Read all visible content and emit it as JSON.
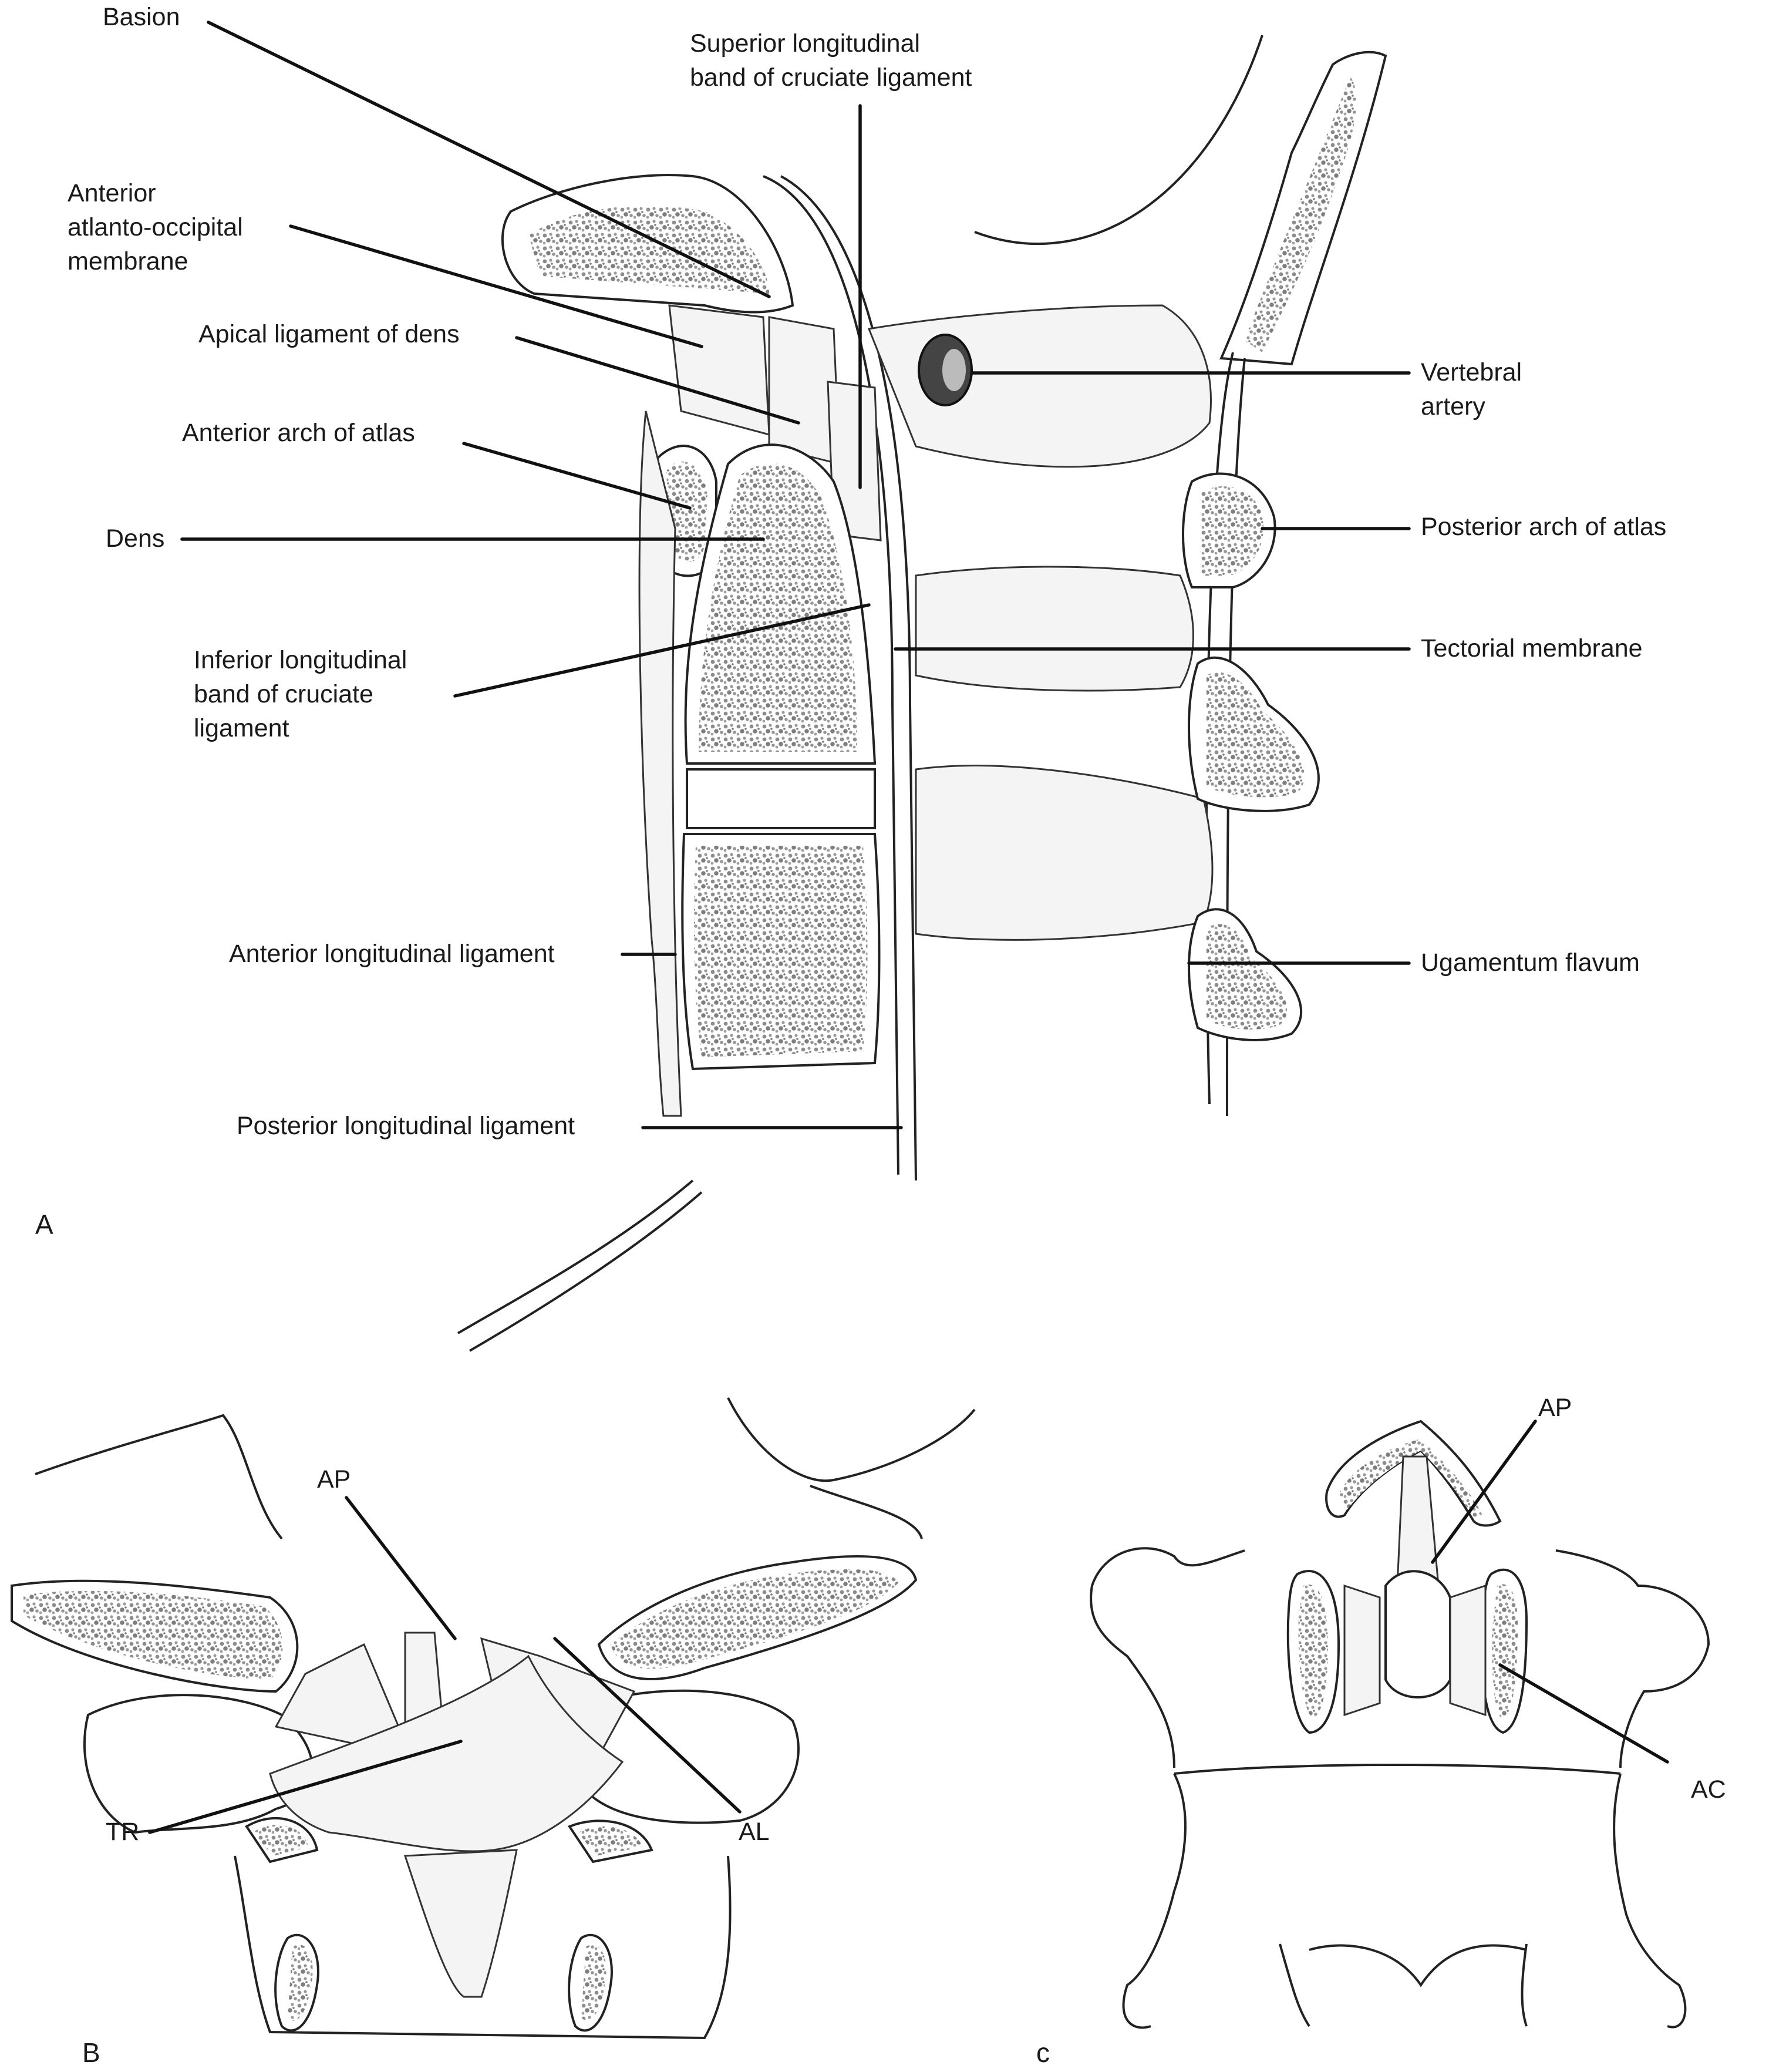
{
  "panel_a": {
    "label": "A",
    "labels": {
      "basion": "Basion",
      "superior_band": [
        "Superior longitudinal",
        "band of cruciate ligament"
      ],
      "anterior_ao_membrane": [
        "Anterior",
        "atlanto-occipital",
        "membrane"
      ],
      "apical_ligament": "Apical ligament of dens",
      "anterior_arch": "Anterior arch of atlas",
      "dens": "Dens",
      "inferior_band": [
        "Inferior longitudinal",
        "band of cruciate",
        "ligament"
      ],
      "anterior_longitudinal": "Anterior longitudinal ligament",
      "posterior_longitudinal": "Posterior longitudinal ligament",
      "vertebral_artery": [
        "Vertebral",
        "artery"
      ],
      "posterior_arch": "Posterior arch of atlas",
      "tectorial_membrane": "Tectorial membrane",
      "ligamentum_flavum": "Ugamentum flavum"
    }
  },
  "panel_b": {
    "label": "B",
    "labels": {
      "ap": "AP",
      "tr": "TR",
      "al": "AL"
    }
  },
  "panel_c": {
    "label": "c",
    "labels": {
      "ap": "AP",
      "ac": "AC"
    }
  },
  "colors": {
    "ink": "#222222",
    "bone_stipple": "#8c8c8c",
    "ligament_fill": "#f4f4f4",
    "background": "#ffffff"
  }
}
